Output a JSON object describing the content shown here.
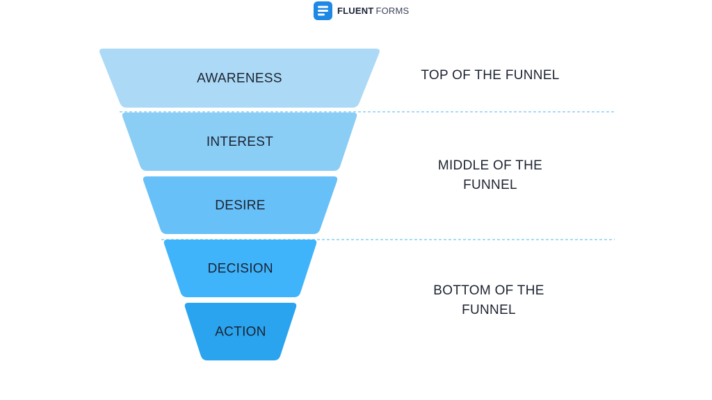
{
  "brand": {
    "name_bold": "FLUENT",
    "name_light": "FORMS",
    "accent": "#1e88e5"
  },
  "stages": [
    {
      "label": "AWARENESS",
      "color": "#acdaf6"
    },
    {
      "label": "INTEREST",
      "color": "#8acdf5"
    },
    {
      "label": "DESIRE",
      "color": "#67c0f7"
    },
    {
      "label": "DECISION",
      "color": "#3fb4fb"
    },
    {
      "label": "ACTION",
      "color": "#2aa4ee"
    }
  ],
  "sections": [
    {
      "label": "TOP OF THE FUNNEL"
    },
    {
      "label": "MIDDLE OF THE FUNNEL"
    },
    {
      "label": "BOTTOM OF THE FUNNEL"
    }
  ],
  "divider_color": "#6cc6f0"
}
